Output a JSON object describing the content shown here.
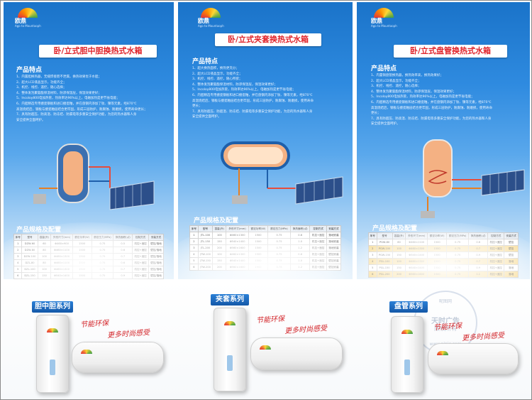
{
  "logo": {
    "name": "欧鼎",
    "tagline": "Ago to Mountaoph"
  },
  "panels": [
    {
      "title": "卧/立式胆中胆换热式水箱",
      "features_heading": "产品特点",
      "features": [
        "1、内置胆换热器，无缝焊接而不泄漏，换热效果优于水胆；",
        "2、超大LCD液晶显示，功能齐全；",
        "3、机控、线控、遥控，随心选择；",
        "4、整体发泡聚氨酯保温材料，防渗保温层，保温效果更好；",
        "5、Incoloy800电加热管，热效率达96%以上，电磁加热是更节省电能；",
        "6、内胆精选专用搪瓷钢板和进口搪瓷釉，并在盘钢内添加了钛、镍等元素，经870℃",
        "高温烧结后，钢板与搪瓷釉层结合更牢固，形成三层防护，耐腐蚀、耐磨损，使用寿命更长；",
        "7、具有防超压、防高温、防冻结、防漏电等多重安全保护功能，为您的热水器和人身",
        "安全提供全面呵护。"
      ],
      "spec_heading": "产品规格及配置",
      "table": {
        "headers": [
          "序号",
          "型号",
          "容量(升)",
          "外形尺寸(mm)",
          "额定功率(W)",
          "额定压力(MPa)",
          "换热面积(㎡)",
          "控制方式",
          "安装方式"
        ],
        "rows": [
          [
            "1",
            "DZW-60",
            "60",
            "Φ460×900",
            "1500",
            "0.75",
            "0.5",
            "机控+遥控",
            "壁挂/落地"
          ],
          [
            "2",
            "DZW-80",
            "80",
            "Φ460×1100",
            "1500",
            "0.75",
            "0.6",
            "机控+遥控",
            "壁挂/落地"
          ],
          [
            "3",
            "DZW-100",
            "100",
            "Φ460×1300",
            "1500",
            "0.75",
            "0.7",
            "机控+遥控",
            "壁挂/落地"
          ],
          [
            "4",
            "DZL-80",
            "80",
            "Φ460×1100",
            "1500",
            "0.75",
            "0.6",
            "机控+遥控",
            "壁挂/落地"
          ],
          [
            "5",
            "DZL-100",
            "100",
            "Φ460×1300",
            "1500",
            "0.75",
            "0.7",
            "机控+遥控",
            "壁挂/落地"
          ],
          [
            "6",
            "DZL-150",
            "150",
            "Φ540×1400",
            "1500",
            "0.75",
            "0.9",
            "机控+遥控",
            "壁挂/落地"
          ]
        ]
      },
      "series": "胆中胆系列"
    },
    {
      "title": "卧/立式夹套换热式水箱",
      "features_heading": "产品特点",
      "features": [
        "1、超大换热面积，换热更充分；",
        "2、超大LCD液晶显示，功能齐全；",
        "3、机控、线控、遥控，随心所欲；",
        "4、整体发泡聚氨酯保温材料，防渗保温层，保温效果更好；",
        "5、Incoloy800电加热管，热效率达96%以上，电磁加热是更节省电能；",
        "6、内胆精选专用搪瓷钢板和进口搪瓷釉，并在盘钢内添加了钛、镍等元素，经870℃",
        "高温烧结后，钢板与搪瓷釉层结合更牢固，形成三层防护，耐腐蚀、耐磨损，使用寿命",
        "更长；",
        "7、具有防超压、防超温、防冻结、防漏电等多重安全保护功能，为您的热水器和人身",
        "安全提供全面呵护。"
      ],
      "spec_heading": "产品规格及配置",
      "table": {
        "headers": [
          "序号",
          "型号",
          "容量(升)",
          "外形尺寸(mm)",
          "额定功率(W)",
          "额定压力(MPa)",
          "换热面积(㎡)",
          "控制方式",
          "安装方式"
        ],
        "rows": [
          [
            "1",
            "JTL-100",
            "100",
            "Φ460×1300",
            "1500",
            "0.75",
            "0.8",
            "机控+遥控",
            "落地安装"
          ],
          [
            "2",
            "JTL-150",
            "150",
            "Φ540×1400",
            "1500",
            "0.75",
            "1.0",
            "机控+遥控",
            "落地安装"
          ],
          [
            "3",
            "JTL-200",
            "200",
            "Φ560×1600",
            "1500",
            "0.75",
            "1.2",
            "机控+遥控",
            "落地安装"
          ],
          [
            "4",
            "JTW-100",
            "100",
            "Φ460×1300",
            "1500",
            "0.75",
            "0.8",
            "机控+遥控",
            "壁挂安装"
          ],
          [
            "5",
            "JTW-150",
            "150",
            "Φ540×1400",
            "1500",
            "0.75",
            "1.0",
            "机控+遥控",
            "壁挂安装"
          ],
          [
            "6",
            "JTW-200",
            "200",
            "Φ560×1600",
            "1500",
            "0.75",
            "1.2",
            "机控+遥控",
            "壁挂安装"
          ]
        ]
      },
      "series": "夹套系列"
    },
    {
      "title": "卧/立式盘管换热式水箱",
      "features_heading": "产品特点",
      "features": [
        "1、内置铜盘管换热器，换热效率高，换热效果好；",
        "2、超大LCD液晶显示，功能齐全；",
        "3、机控、线控、遥控，随心选择；",
        "4、整体发泡聚氨酯保温材料，防渗保温层，保温效果更好；",
        "5、Incoloy800电加热管，热效率达96%以上，电磁加热是更节省电能；",
        "6、内胆精选专用搪瓷钢板和进口搪瓷釉，并在盘钢内添加了钛、镍等元素，经870℃",
        "高温烧结后，钢板与搪瓷釉层结合更牢固，形成三层防护，耐腐蚀、耐磨损，使用寿命",
        "更长；",
        "7、具有防超压、防高温、防冻结、防漏电等多重安全保护功能，为您的热水器和人身",
        "安全提供全面呵护。"
      ],
      "spec_heading": "产品规格及配置",
      "table": {
        "headers": [
          "序号",
          "型号",
          "容量(升)",
          "外形尺寸(mm)",
          "额定功率(W)",
          "额定压力(MPa)",
          "换热面积(㎡)",
          "控制方式",
          "安装方式"
        ],
        "rows": [
          [
            "1",
            "PGW-80",
            "80",
            "Φ460×1100",
            "1500",
            "0.75",
            "0.6",
            "机控+遥控",
            "壁挂"
          ],
          [
            "2",
            "PGW-100",
            "100",
            "Φ460×1300",
            "1500",
            "0.75",
            "0.7",
            "机控+遥控",
            "壁挂"
          ],
          [
            "3",
            "PGW-150",
            "150",
            "Φ540×1400",
            "1500",
            "0.75",
            "0.9",
            "机控+遥控",
            "壁挂"
          ],
          [
            "4",
            "PGL-100",
            "100",
            "Φ460×1300",
            "1500",
            "0.75",
            "0.7",
            "机控+遥控",
            "落地"
          ],
          [
            "5",
            "PGL-150",
            "150",
            "Φ540×1400",
            "1500",
            "0.75",
            "0.9",
            "机控+遥控",
            "落地"
          ],
          [
            "6",
            "PGL-200",
            "200",
            "Φ560×1600",
            "1500",
            "0.75",
            "1.1",
            "机控+遥控",
            "落地"
          ]
        ]
      },
      "series": "盘管系列"
    }
  ],
  "slogan": {
    "line1": "节能环保",
    "line2": "更多时尚感受"
  },
  "watermark": {
    "top": "昵图网",
    "main": "天时广告",
    "sub": "版权所有",
    "url": "www.nipic.com"
  },
  "colors": {
    "panel_blue": "#2f8be0",
    "title_red": "#e0232a",
    "table_highlight": "#f6d88b"
  }
}
